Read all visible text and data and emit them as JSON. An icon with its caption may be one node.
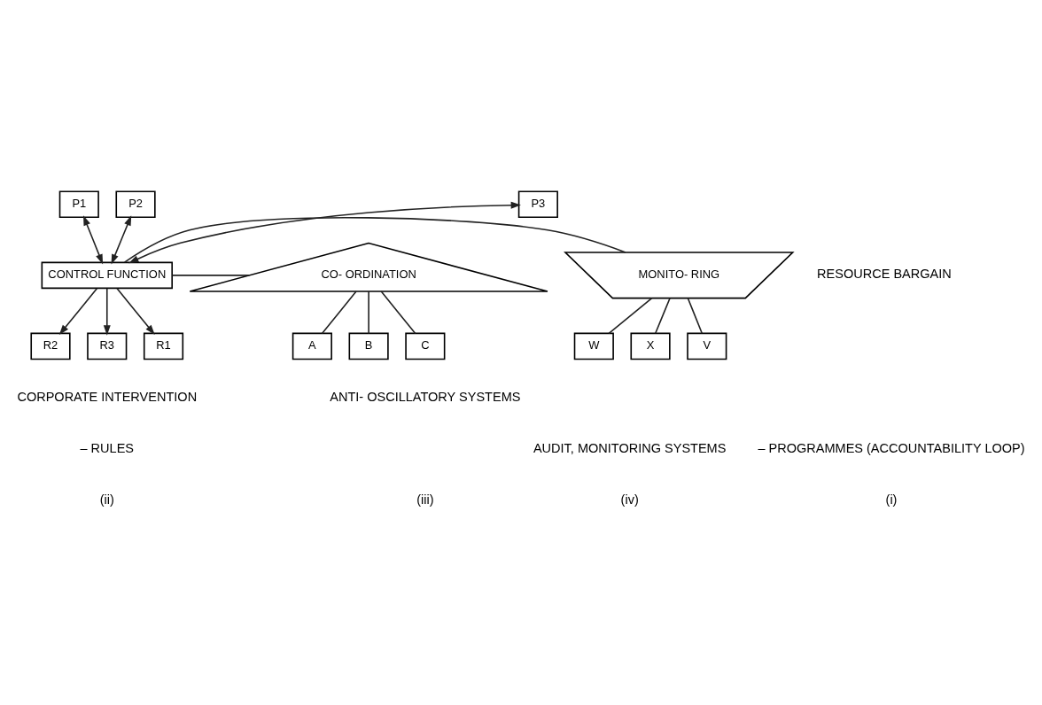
{
  "diagram": {
    "nodes": [
      {
        "text": [
          "MONITO- RING"
        ]
      },
      {
        "text": [
          "CONTROL FUNCTION"
        ]
      },
      {
        "text": [
          "CO- ORDINATION"
        ]
      },
      {
        "text": [
          "V"
        ]
      },
      {
        "text": [
          "W"
        ]
      },
      {
        "text": [
          "X"
        ]
      },
      {
        "text": [
          "P1"
        ]
      },
      {
        "text": [
          "R1"
        ]
      },
      {
        "text": [
          "P2"
        ]
      },
      {
        "text": [
          "R2"
        ]
      },
      {
        "text": [
          "P3"
        ]
      },
      {
        "text": [
          "R3"
        ]
      },
      {
        "text": [
          "A"
        ]
      },
      {
        "text": [
          "B"
        ]
      },
      {
        "text": [
          "C"
        ]
      }
    ],
    "edges": [
      {
        "from": 1,
        "to": 0,
        "arrow": "none"
      },
      {
        "from": 1,
        "to": 2,
        "arrow": "none"
      },
      {
        "from": 0,
        "to": 3,
        "arrow": "none"
      },
      {
        "from": 0,
        "to": 4,
        "arrow": "none"
      },
      {
        "from": 0,
        "to": 5,
        "arrow": "none"
      },
      {
        "from": 6,
        "to": 1,
        "arrow": "both"
      },
      {
        "from": 8,
        "to": 1,
        "arrow": "both"
      },
      {
        "from": 10,
        "to": 1,
        "arrow": "both"
      },
      {
        "from": 1,
        "to": 7,
        "arrow": "to"
      },
      {
        "from": 1,
        "to": 9,
        "arrow": "to"
      },
      {
        "from": 1,
        "to": 11,
        "arrow": "to"
      },
      {
        "from": 2,
        "to": 12,
        "arrow": "none"
      },
      {
        "from": 2,
        "to": 13,
        "arrow": "none"
      },
      {
        "from": 2,
        "to": 14,
        "arrow": "none"
      }
    ],
    "labels": [
      "AUDIT, MONITORING SYSTEMS",
      "ANTI- OSCILLATORY SYSTEMS",
      "RESOURCE BARGAIN",
      "CORPORATE INTERVENTION",
      "– RULES",
      "– PROGRAMMES (ACCOUNTABILITY LOOP)",
      "(iv)",
      "(i)",
      "(ii)",
      "(iii)"
    ]
  }
}
